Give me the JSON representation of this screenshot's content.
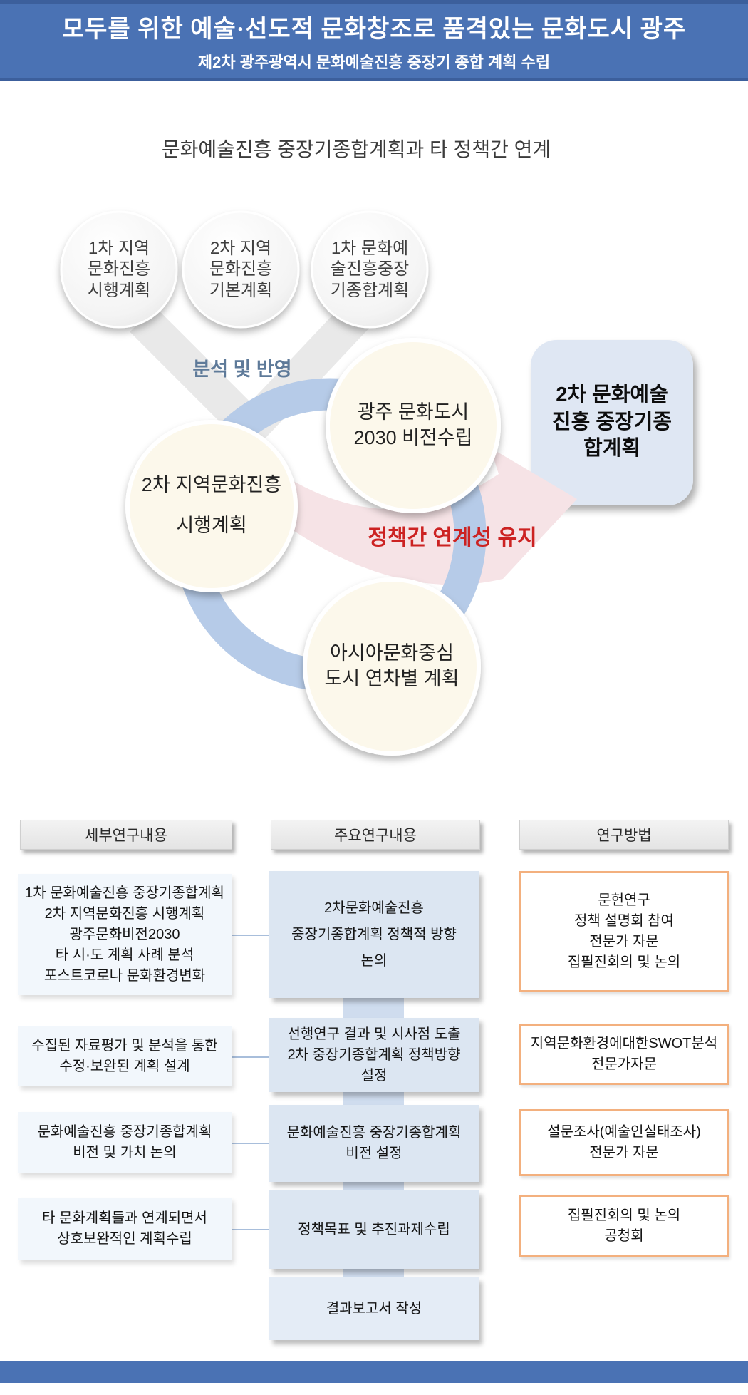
{
  "header": {
    "title": "모두를 위한 예술·선도적 문화창조로 품격있는 문화도시 광주",
    "subtitle": "제2차 광주광역시 문화예술진흥 중장기 종합 계획 수립"
  },
  "diagram": {
    "title": "문화예술진흥 중장기종합계획과 타 정책간 연계",
    "top_circles": [
      {
        "text": "1차 지역\n문화진흥\n시행계획"
      },
      {
        "text": "2차 지역\n문화진흥\n기본계획"
      },
      {
        "text": "1차 문화예\n술진흥중장\n기종합계획"
      }
    ],
    "analysis_label": "분석 및 반영",
    "plan_circle_left": "2차 지역문화진흥\n시행계획",
    "plan_circle_top": "광주 문화도시\n2030 비전수립",
    "plan_circle_bottom": "아시아문화중심\n도시 연차별 계획",
    "link_label": "정책간 연계성 유지",
    "result_box": "2차 문화예술\n진흥 중장기종\n합계획"
  },
  "flow": {
    "headers": [
      "세부연구내용",
      "주요연구내용",
      "연구방법"
    ],
    "rows": [
      {
        "left": "1차 문화예술진흥 중장기종합계획\n2차 지역문화진흥 시행계획\n광주문화비전2030\n타 시·도 계획 사례 분석\n포스트코로나 문화환경변화",
        "middle": "2차문화예술진흥\n중장기종합계획 정책적 방향\n논의",
        "right": "문헌연구\n정책 설명회 참여\n전문가 자문\n집필진회의 및 논의"
      },
      {
        "left": "수집된 자료평가 및 분석을 통한\n수정·보완된 계획 설계",
        "middle": "선행연구 결과 및 시사점 도출\n2차 중장기종합계획 정책방향\n설정",
        "right": "지역문화환경에대한SWOT분석\n전문가자문"
      },
      {
        "left": "문화예술진흥 중장기종합계획\n비전 및 가치 논의",
        "middle": "문화예술진흥 중장기종합계획\n비전 설정",
        "right": "설문조사(예술인실태조사)\n전문가 자문"
      },
      {
        "left": "타 문화계획들과 연계되면서\n상호보완적인 계획수립",
        "middle": "정책목표 및 추진과제수립",
        "right": "집필진회의 및 논의\n공청회"
      },
      {
        "middle": "결과보고서 작성"
      }
    ]
  },
  "colors": {
    "header_blue": "#4a72b4",
    "ring_blue": "#b6cbe8",
    "box_blue": "#dfe7f3",
    "cream": "#fcf8eb",
    "pink": "#f6e3e6",
    "red_label": "#cc2222",
    "orange_border": "#f3b07e"
  }
}
